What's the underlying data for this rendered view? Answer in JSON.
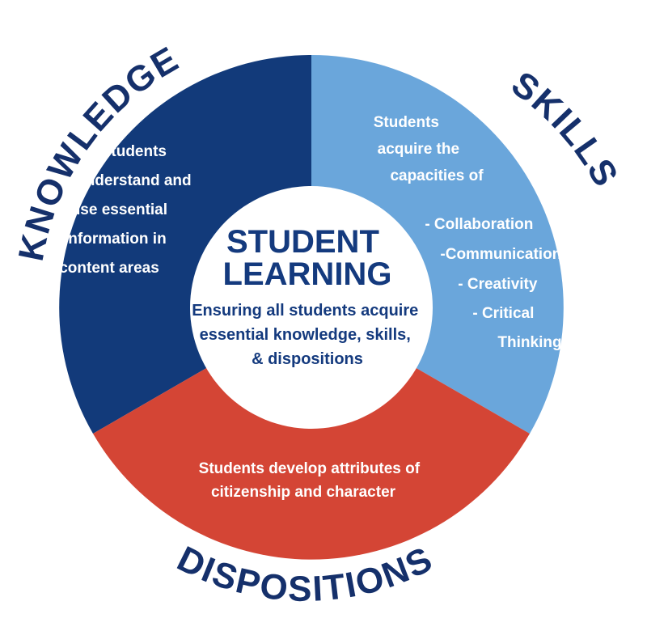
{
  "colors": {
    "knowledge": "#123a7a",
    "skills": "#6aa6db",
    "dispositions": "#d44535",
    "label": "#15306b",
    "center_text": "#143a7e",
    "center_bg": "#ffffff"
  },
  "center": {
    "title_line1": "STUDENT",
    "title_line2": "LEARNING",
    "sub_line1": "Ensuring all students acquire",
    "sub_line2": "essential knowledge, skills,",
    "sub_line3": "& dispositions"
  },
  "knowledge": {
    "label": "KNOWLEDGE",
    "lines": [
      "Students",
      "understand and",
      "use essential",
      "information in",
      "content areas"
    ]
  },
  "skills": {
    "label": "SKILLS",
    "intro": [
      "Students",
      "acquire the",
      "capacities of"
    ],
    "items": [
      "- Collaboration",
      "-Communication",
      "- Creativity",
      "- Critical",
      "Thinking"
    ]
  },
  "dispositions": {
    "label": "DISPOSITIONS",
    "lines": [
      "Students develop attributes of",
      "citizenship and character"
    ]
  }
}
